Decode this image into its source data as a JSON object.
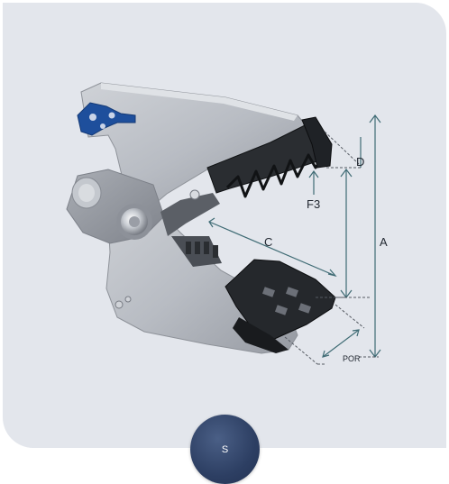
{
  "diagram": {
    "labels": {
      "a": "A",
      "c": "C",
      "d": "D",
      "f3": "F3",
      "por": "POR"
    }
  },
  "badge": {
    "label": "S"
  },
  "colors": {
    "card_background": "#e3e6ec",
    "dimension_line": "#3f6b74",
    "body_gray": "#b4b8bf",
    "jaw_dark": "#1f2226",
    "accent_blue": "#1e4f9c",
    "badge_navy": "#2d3f63"
  },
  "icons": {
    "badge": "s-badge-icon"
  }
}
